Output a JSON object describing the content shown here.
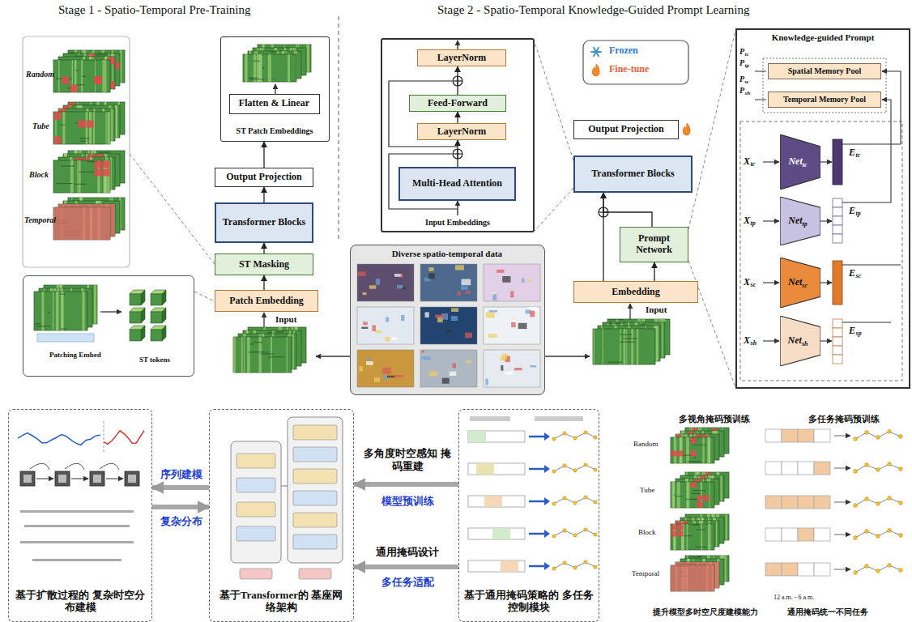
{
  "diagram": {
    "nodes": [
      {
        "text": [
          "ST Patch Embeddings"
        ]
      },
      {
        "text": [
          "Flatten & Linear"
        ],
        "in": 0
      },
      {
        "text": [
          "Output Projection"
        ]
      },
      {
        "text": [
          "Transformer Blocks"
        ]
      },
      {
        "text": [
          "ST Masking"
        ]
      },
      {
        "text": [
          "Patch Embedding"
        ]
      },
      {
        "text": [
          "Patching Embed",
          "ST tokens"
        ]
      },
      {
        "text": [
          "Input Embeddings"
        ]
      },
      {
        "text": [
          "LayerNorm"
        ],
        "in": 7
      },
      {
        "text": [
          "Feed-Forward"
        ],
        "in": 7
      },
      {
        "text": [
          "LayerNorm"
        ],
        "in": 7
      },
      {
        "text": [
          "Multi-Head Attention"
        ],
        "in": 7
      },
      {
        "text": [
          "Output Projection"
        ]
      },
      {
        "text": [
          "Transformer Blocks"
        ]
      },
      {
        "text": [
          "Prompt Network"
        ]
      },
      {
        "text": [
          "Embedding"
        ]
      },
      {
        "text": [
          "Diverse spatio-temporal data"
        ]
      },
      {
        "text": [
          "Knowledge-guided Prompt"
        ]
      },
      {
        "text": [
          "Spatial Memory Pool"
        ],
        "in": 17
      },
      {
        "text": [
          "Temporal Memory Pool"
        ],
        "in": 17
      },
      {
        "text": [
          "Net",
          "tc"
        ],
        "in": 17
      },
      {
        "text": [
          "Net",
          "tp"
        ],
        "in": 17
      },
      {
        "text": [
          "Net",
          "sc"
        ],
        "in": 17
      },
      {
        "text": [
          "Net",
          "sh"
        ],
        "in": 17
      },
      {
        "text": [
          "基于扩散过程的 复杂时空分布建模"
        ]
      },
      {
        "text": [
          "基于Transformer的 基座网络架构"
        ]
      },
      {
        "text": [
          "基于通用掩码策略的 多任务控制模块"
        ]
      }
    ],
    "edges": [
      {
        "from": 5,
        "to": 4,
        "arrow": "to"
      },
      {
        "from": 4,
        "to": 3,
        "arrow": "to"
      },
      {
        "from": 3,
        "to": 2,
        "arrow": "to"
      },
      {
        "from": 2,
        "to": 0,
        "arrow": "to"
      },
      {
        "from": 11,
        "to": 10,
        "arrow": "to"
      },
      {
        "from": 10,
        "to": 9,
        "arrow": "to"
      },
      {
        "from": 9,
        "to": 8,
        "arrow": "to"
      },
      {
        "from": 15,
        "to": 13,
        "arrow": "to"
      },
      {
        "from": 15,
        "to": 14,
        "arrow": "to"
      },
      {
        "from": 14,
        "to": 13,
        "arrow": "to"
      },
      {
        "from": 25,
        "to": 24,
        "label": "序列建模",
        "arrow": "to"
      },
      {
        "from": 24,
        "to": 25,
        "label": "复杂分布",
        "arrow": "to"
      },
      {
        "from": 26,
        "to": 25,
        "label": "多角度时空感知 掩码重建",
        "arrow": "to"
      },
      {
        "from": 26,
        "to": 25,
        "label": "通用掩码设计",
        "arrow": "to"
      }
    ],
    "labels": [
      "Stage 1 - Spatio-Temporal Pre-Training",
      "Stage 2 - Spatio-Temporal Knowledge-Guided Prompt Learning",
      "Random",
      "Tube",
      "Block",
      "Temporal",
      "Input",
      "Input",
      "P",
      "tc",
      "P",
      "tp",
      "P",
      "w",
      "P",
      "sh",
      "X",
      "tc",
      "X",
      "tp",
      "X",
      "sc",
      "X",
      "sh",
      "E",
      "tc",
      "E",
      "tp",
      "E",
      "sc",
      "E",
      "sp",
      "模型预训练",
      "多任务适配",
      "多视角掩码预训练",
      "多任务掩码预训练",
      "Random",
      "Tube",
      "Block",
      "Temporal",
      "12 a.m. - 6 a.m.",
      "提升模型多时空尺度建模能力",
      "通用掩码统一不同任务"
    ],
    "legend": [
      {
        "text": "Frozen"
      },
      {
        "text": "Fine-tune"
      }
    ]
  }
}
